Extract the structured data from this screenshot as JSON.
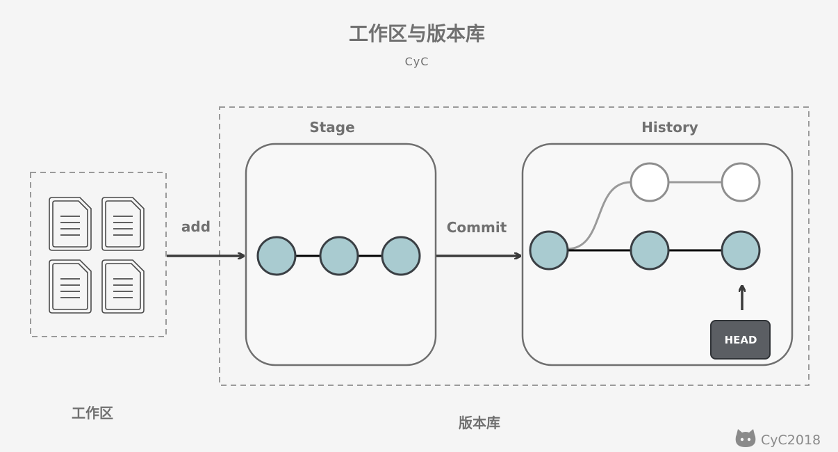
{
  "title": "工作区与版本库",
  "subtitle": "CyC",
  "labels": {
    "working_area": "工作区",
    "repository": "版本库",
    "stage": "Stage",
    "history": "History",
    "add": "add",
    "commit": "Commit",
    "head": "HEAD"
  },
  "watermark": "CyC2018",
  "icons": {
    "files": [
      "document-icon",
      "document-icon",
      "document-icon",
      "document-icon"
    ],
    "watermark": "github-octocat-icon"
  },
  "colors": {
    "background": "#f5f5f5",
    "node_fill": "#a9cbd0",
    "node_stroke": "#3a3f44",
    "head_fill": "#5b5e63",
    "text": "#707070"
  }
}
